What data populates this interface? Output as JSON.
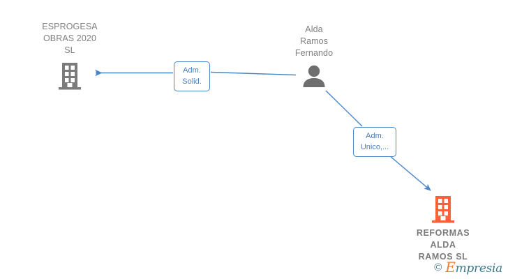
{
  "diagram": {
    "type": "relationship-graph",
    "background": "#ffffff",
    "colors": {
      "edge": "#4a86c8",
      "edge_label_text": "#4a7fc1",
      "edge_label_border": "#4a86c8",
      "company_icon_grey": "#7b7b7b",
      "company_icon_orange": "#f9633b",
      "person_icon": "#6e6e6e",
      "node_label_text": "#808080",
      "watermark_teal": "#3c7a8c",
      "watermark_orange": "#ef7d2e"
    },
    "nodes": [
      {
        "id": "esprogesa",
        "label": "ESPROGESA\nOBRAS 2020\nSL",
        "icon": "office-building-icon",
        "icon_color": "#7b7b7b",
        "kind": "company",
        "label_position": "above"
      },
      {
        "id": "person",
        "label": "Alda\nRamos\nFernando",
        "icon": "person-icon",
        "icon_color": "#6e6e6e",
        "kind": "person",
        "label_position": "above"
      },
      {
        "id": "reformas",
        "label": "REFORMAS\nALDA\nRAMOS  SL",
        "icon": "office-building-icon",
        "icon_color": "#f9633b",
        "kind": "company",
        "label_position": "below"
      }
    ],
    "edges": [
      {
        "id": "edge-solid",
        "from": "person",
        "to": "esprogesa",
        "label": "Adm.\nSolid.",
        "direction": "left"
      },
      {
        "id": "edge-unico",
        "from": "person",
        "to": "reformas",
        "label": "Adm.\nUnico,...",
        "direction": "down-right"
      }
    ]
  },
  "watermark": {
    "copyright": "©",
    "brand_initial": "E",
    "brand_rest": "mpresia"
  }
}
